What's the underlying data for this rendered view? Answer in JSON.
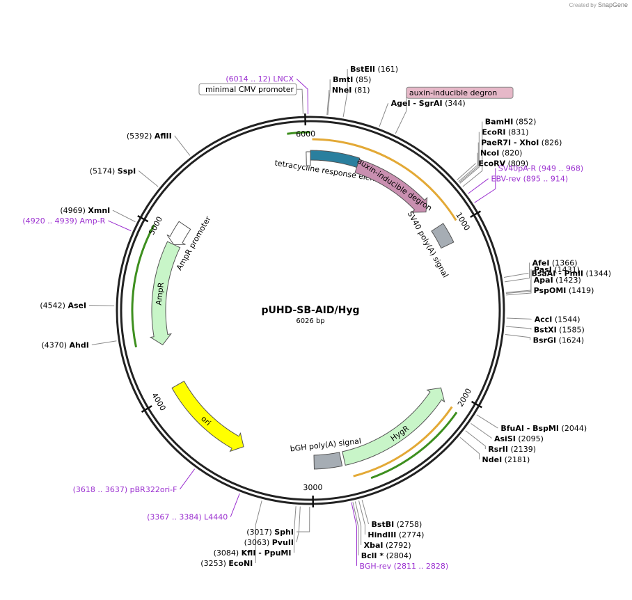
{
  "credit": {
    "prefix": "Created by",
    "brand": "SnapGene"
  },
  "plasmid": {
    "name": "pUHD-SB-AID/Hyg",
    "size_label": "6026 bp",
    "length_bp": 6026
  },
  "ticks": [
    {
      "label": "1000",
      "bp": 1000
    },
    {
      "label": "2000",
      "bp": 2000
    },
    {
      "label": "3000",
      "bp": 3000
    },
    {
      "label": "4000",
      "bp": 4000
    },
    {
      "label": "5000",
      "bp": 5000
    },
    {
      "label": "6000",
      "bp": 6000
    }
  ],
  "features": [
    {
      "name": "tetracycline response element",
      "start": 6026,
      "end": 300,
      "color": "#2a7f9e",
      "kind": "repeat"
    },
    {
      "name": "",
      "start": 6000,
      "end": 6026,
      "color": "#ffffff",
      "kind": "promoter-open"
    },
    {
      "name": "auxin-inducible degron",
      "start": 300,
      "end": 830,
      "color": "#c98fb0",
      "kind": "cds"
    },
    {
      "name": "SV40 poly(A) signal",
      "start": 950,
      "end": 1080,
      "color": "#a6adb4",
      "kind": "block"
    },
    {
      "name": "HygR",
      "start": 2020,
      "end": 2800,
      "color": "#c8f5c8",
      "kind": "cds-rev"
    },
    {
      "name": "bGH poly(A) signal",
      "start": 2820,
      "end": 2990,
      "color": "#a6adb4",
      "kind": "block"
    },
    {
      "name": "ori",
      "start": 3450,
      "end": 4030,
      "color": "#ffff00",
      "kind": "cds-rev"
    },
    {
      "name": "AmpR",
      "start": 4300,
      "end": 4950,
      "color": "#c8f5c8",
      "kind": "cds-rev"
    },
    {
      "name": "AmpR promoter",
      "start": 4950,
      "end": 5090,
      "color": "#ffffff",
      "kind": "promoter-rev"
    }
  ],
  "outer_arcs": [
    {
      "start": 5900,
      "end": 6026,
      "color": "#3d8f1e",
      "direction": "rev"
    },
    {
      "start": 10,
      "end": 975,
      "color": "#e0a020",
      "direction": "fwd"
    },
    {
      "start": 2080,
      "end": 2770,
      "color": "#e0a020",
      "direction": "rev"
    },
    {
      "start": 2090,
      "end": 2680,
      "color": "#3d8f1e",
      "direction": "fwd"
    },
    {
      "start": 4320,
      "end": 5000,
      "color": "#3d8f1e",
      "direction": "rev"
    }
  ],
  "site_labels": [
    {
      "text": "minimal CMV promoter",
      "style": "box",
      "bp": 5990
    },
    {
      "text": "LNCX",
      "range": "(6014 .. 12)",
      "style": "primer",
      "bp": 6014
    },
    {
      "text": "NheI",
      "pos": "(81)",
      "style": "enzyme",
      "bp": 81
    },
    {
      "text": "BmtI",
      "pos": "(85)",
      "style": "enzyme",
      "bp": 85
    },
    {
      "text": "BstEII",
      "pos": "(161)",
      "style": "enzyme",
      "bp": 161
    },
    {
      "text": "AgeI",
      "extra": "SgrAI",
      "pos": "(344)",
      "style": "enzyme",
      "bp": 344
    },
    {
      "text": "auxin-inducible degron",
      "style": "box-pink",
      "bp": 430
    },
    {
      "text": "EcoRV",
      "pos": "(809)",
      "style": "enzyme",
      "bp": 809
    },
    {
      "text": "NcoI",
      "pos": "(820)",
      "style": "enzyme",
      "bp": 820
    },
    {
      "text": "PaeR7I",
      "extra": "XhoI",
      "pos": "(826)",
      "style": "enzyme",
      "bp": 826
    },
    {
      "text": "EcoRI",
      "pos": "(831)",
      "style": "enzyme",
      "bp": 831
    },
    {
      "text": "BamHI",
      "pos": "(852)",
      "style": "enzyme",
      "bp": 852
    },
    {
      "text": "EBV-rev",
      "range": "(895 .. 914)",
      "style": "primer",
      "bp": 895
    },
    {
      "text": "SV40pA-R",
      "range": "(949 .. 968)",
      "style": "primer",
      "bp": 949
    },
    {
      "text": "BsaAI",
      "extra": "PmlI",
      "pos": "(1344)",
      "style": "enzyme",
      "bp": 1344
    },
    {
      "text": "AfeI",
      "pos": "(1366)",
      "style": "enzyme",
      "bp": 1366
    },
    {
      "text": "PspOMI",
      "pos": "(1419)",
      "style": "enzyme",
      "bp": 1419
    },
    {
      "text": "ApaI",
      "pos": "(1423)",
      "style": "enzyme",
      "bp": 1423
    },
    {
      "text": "PasI",
      "pos": "(1431)",
      "style": "enzyme",
      "bp": 1431
    },
    {
      "text": "AccI",
      "pos": "(1544)",
      "style": "enzyme",
      "bp": 1544
    },
    {
      "text": "BstXI",
      "pos": "(1585)",
      "style": "enzyme",
      "bp": 1585
    },
    {
      "text": "BsrGI",
      "pos": "(1624)",
      "style": "enzyme",
      "bp": 1624
    },
    {
      "text": "BfuAI",
      "extra": "BspMI",
      "pos": "(2044)",
      "style": "enzyme",
      "bp": 2044
    },
    {
      "text": "AsiSI",
      "pos": "(2095)",
      "style": "enzyme",
      "bp": 2095
    },
    {
      "text": "RsrII",
      "pos": "(2139)",
      "style": "enzyme",
      "bp": 2139
    },
    {
      "text": "NdeI",
      "pos": "(2181)",
      "style": "enzyme",
      "bp": 2181
    },
    {
      "text": "BstBI",
      "pos": "(2758)",
      "style": "enzyme",
      "bp": 2758
    },
    {
      "text": "HindIII",
      "pos": "(2774)",
      "style": "enzyme",
      "bp": 2774
    },
    {
      "text": "XbaI",
      "pos": "(2792)",
      "style": "enzyme",
      "bp": 2792
    },
    {
      "text": "BclI *",
      "pos": "(2804)",
      "style": "enzyme",
      "bp": 2804
    },
    {
      "text": "BGH-rev",
      "range": "(2811 .. 2828)",
      "style": "primer",
      "bp": 2811
    },
    {
      "text": "SphI",
      "pos": "(3017)",
      "style": "enzyme",
      "bp": 3017
    },
    {
      "text": "PvuII",
      "pos": "(3063)",
      "style": "enzyme",
      "bp": 3063
    },
    {
      "text": "KflI",
      "extra": "PpuMI",
      "pos": "(3084)",
      "style": "enzyme",
      "bp": 3084
    },
    {
      "text": "EcoNI",
      "pos": "(3253)",
      "style": "enzyme",
      "bp": 3253
    },
    {
      "text": "L4440",
      "range": "(3367 .. 3384)",
      "style": "primer",
      "bp": 3367
    },
    {
      "text": "pBR322ori-F",
      "range": "(3618 .. 3637)",
      "style": "primer",
      "bp": 3618
    },
    {
      "text": "AhdI",
      "pos": "(4370)",
      "style": "enzyme",
      "bp": 4370
    },
    {
      "text": "AseI",
      "pos": "(4542)",
      "style": "enzyme",
      "bp": 4542
    },
    {
      "text": "Amp-R",
      "range": "(4920 .. 4939)",
      "style": "primer",
      "bp": 4920
    },
    {
      "text": "XmnI",
      "pos": "(4969)",
      "style": "enzyme",
      "bp": 4969
    },
    {
      "text": "SspI",
      "pos": "(5174)",
      "style": "enzyme",
      "bp": 5174
    },
    {
      "text": "AflII",
      "pos": "(5392)",
      "style": "enzyme",
      "bp": 5392
    }
  ],
  "colors": {
    "primer": "#9b30d0",
    "enzyme": "#000000",
    "backbone": "#222222",
    "line": "#8a8a8a"
  }
}
